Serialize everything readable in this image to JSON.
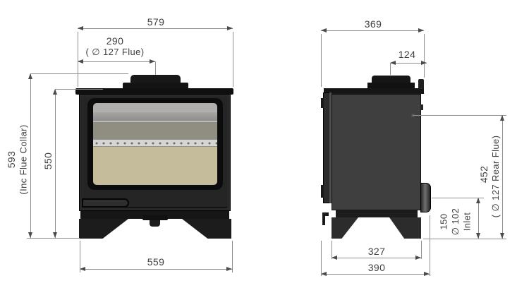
{
  "front_view": {
    "width_top": "579",
    "flue_offset": "290",
    "flue_offset_note": "( ∅ 127 Flue)",
    "height_total": "593",
    "height_total_note": "(Inc Flue Collar)",
    "height_body": "550",
    "width_base": "559"
  },
  "side_view": {
    "depth": "369",
    "flue_offset_rear": "124",
    "rear_flue_height": "452",
    "rear_flue_note": "( ∅ 127 Rear Flue)",
    "inlet_height": "150",
    "inlet_diameter": "∅ 102",
    "inlet_label": "Inlet",
    "leg_span": "327",
    "depth_overall": "390"
  },
  "colors": {
    "stove_black": "#1c1c1c",
    "front_body_gray": "#252525",
    "side_body_gray": "#3f3f3f",
    "glass_top_gray": "#b0afad",
    "glass_mid_gray": "#908d81",
    "air_strip_gray": "#d6d5d3",
    "firebrick_beige": "#c4bc9b",
    "dim_line_gray": "#8f8f8f",
    "dim_text_gray": "#404040"
  }
}
